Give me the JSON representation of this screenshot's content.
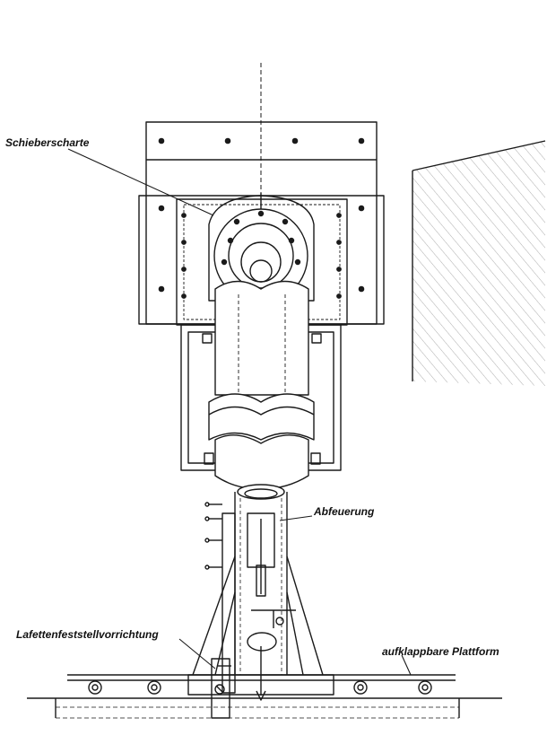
{
  "labels": {
    "embrasure": "Schieberscharte",
    "firing": "Abfeuerung",
    "carriage_lock": "Lafettenfeststellvorrichtung",
    "platform": "aufklappbare Plattform"
  },
  "colors": {
    "ink": "#1a1a1a",
    "paper": "#ffffff",
    "hatch": "#6a6a6a"
  }
}
